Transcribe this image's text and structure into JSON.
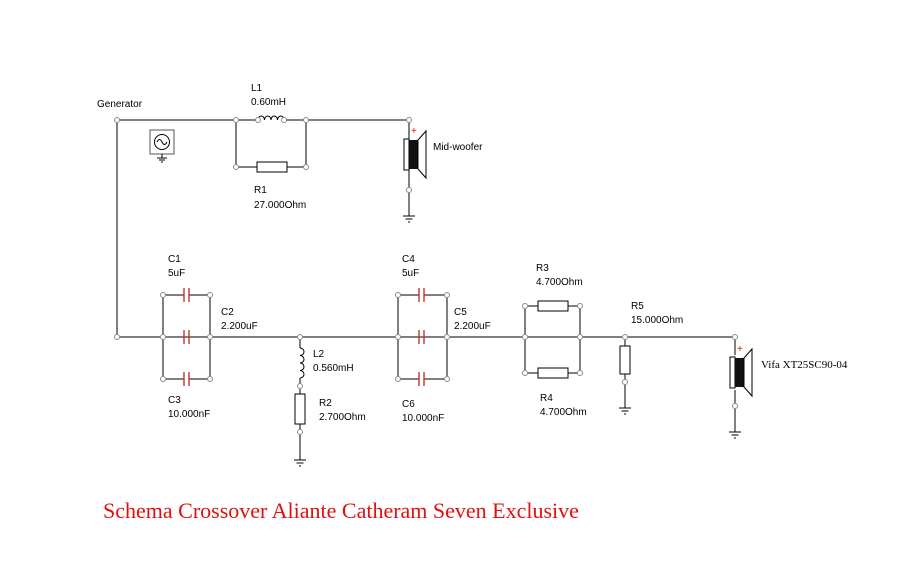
{
  "title": "Schema Crossover Aliante Catheram Seven Exclusive",
  "colors": {
    "title": "#e01010",
    "wire": "#000000",
    "capacitor": "#c0392b",
    "node": "#8a8a8a"
  },
  "source": {
    "label": "Generator"
  },
  "components": {
    "L1": {
      "name": "L1",
      "value": "0.60mH"
    },
    "R1": {
      "name": "R1",
      "value": "27.000Ohm"
    },
    "C1": {
      "name": "C1",
      "value": "5uF"
    },
    "C2": {
      "name": "C2",
      "value": "2.200uF"
    },
    "C3": {
      "name": "C3",
      "value": "10.000nF"
    },
    "L2": {
      "name": "L2",
      "value": "0.560mH"
    },
    "R2": {
      "name": "R2",
      "value": "2.700Ohm"
    },
    "C4": {
      "name": "C4",
      "value": "5uF"
    },
    "C5": {
      "name": "C5",
      "value": "2.200uF"
    },
    "C6": {
      "name": "C6",
      "value": "10.000nF"
    },
    "R3": {
      "name": "R3",
      "value": "4.700Ohm"
    },
    "R4": {
      "name": "R4",
      "value": "4.700Ohm"
    },
    "R5": {
      "name": "R5",
      "value": "15.000Ohm"
    }
  },
  "speakers": {
    "midwoofer": {
      "label": "Mid-woofer",
      "polarity": "+"
    },
    "tweeter": {
      "label": "Vifa XT25SC90-04",
      "polarity": "+"
    }
  }
}
